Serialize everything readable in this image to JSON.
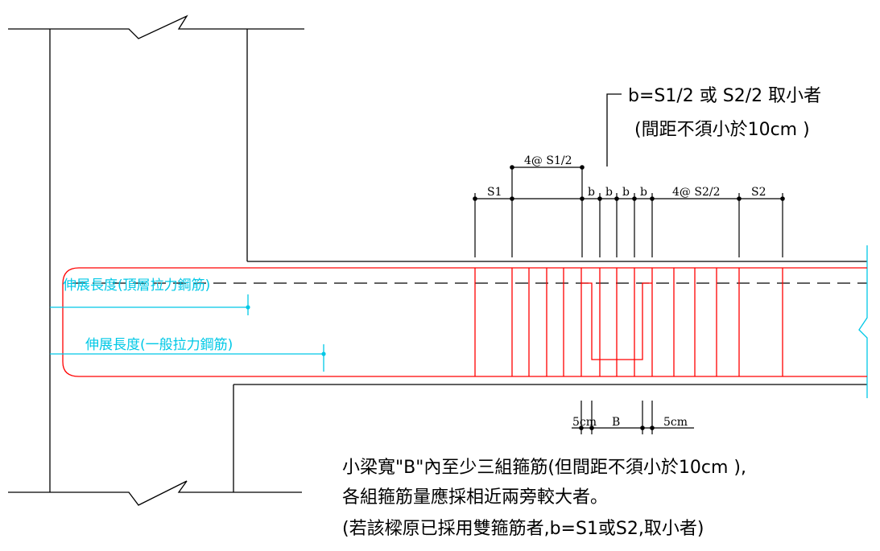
{
  "top_note": {
    "line1": "b=S1/2 或 S2/2 取小者",
    "line2": "(間距不須小於10cm )"
  },
  "dimensions": {
    "s1": "S1",
    "four_s1_half": "4@ S1/2",
    "b1": "b",
    "b2": "b",
    "b3": "b",
    "b4": "b",
    "four_s2_half": "4@ S2/2",
    "s2": "S2",
    "five_cm_left": "5cm",
    "b_width": "B",
    "five_cm_right": "5cm"
  },
  "development_lengths": {
    "top": "伸展長度(頂層拉力鋼筋)",
    "general": "伸展長度(一般拉力鋼筋)"
  },
  "bottom_note": {
    "line1": "小梁寬\"B\"內至少三組箍筋(但間距不須小於10cm ),",
    "line2": "各組箍筋量應採相近兩旁較大者。",
    "line3": "(若該樑原已採用雙箍筋者,b=S1或S2,取小者)"
  },
  "colors": {
    "lines": "#000000",
    "rebar": "#ff0000",
    "dev_length": "#00c8e6"
  }
}
